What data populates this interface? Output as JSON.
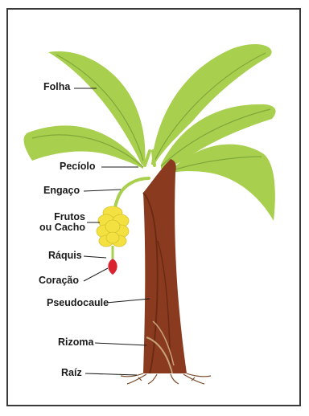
{
  "labels": {
    "folha": "Folha",
    "peciolo": "Pecíolo",
    "engaco": "Engaço",
    "frutos_line1": "Frutos",
    "frutos_line2": "ou Cacho",
    "raquis": "Ráquis",
    "coracao": "Coração",
    "pseudocaule": "Pseudocaule",
    "rizoma": "Rizoma",
    "raiz": "Raíz"
  },
  "colors": {
    "leaf": "#a9cf4e",
    "leaf_vein": "#7fa83a",
    "stem": "#8a3b1f",
    "stem_dark": "#6b2a14",
    "bunch": "#f3e142",
    "heart": "#d9232e",
    "text": "#1a1a1a"
  }
}
